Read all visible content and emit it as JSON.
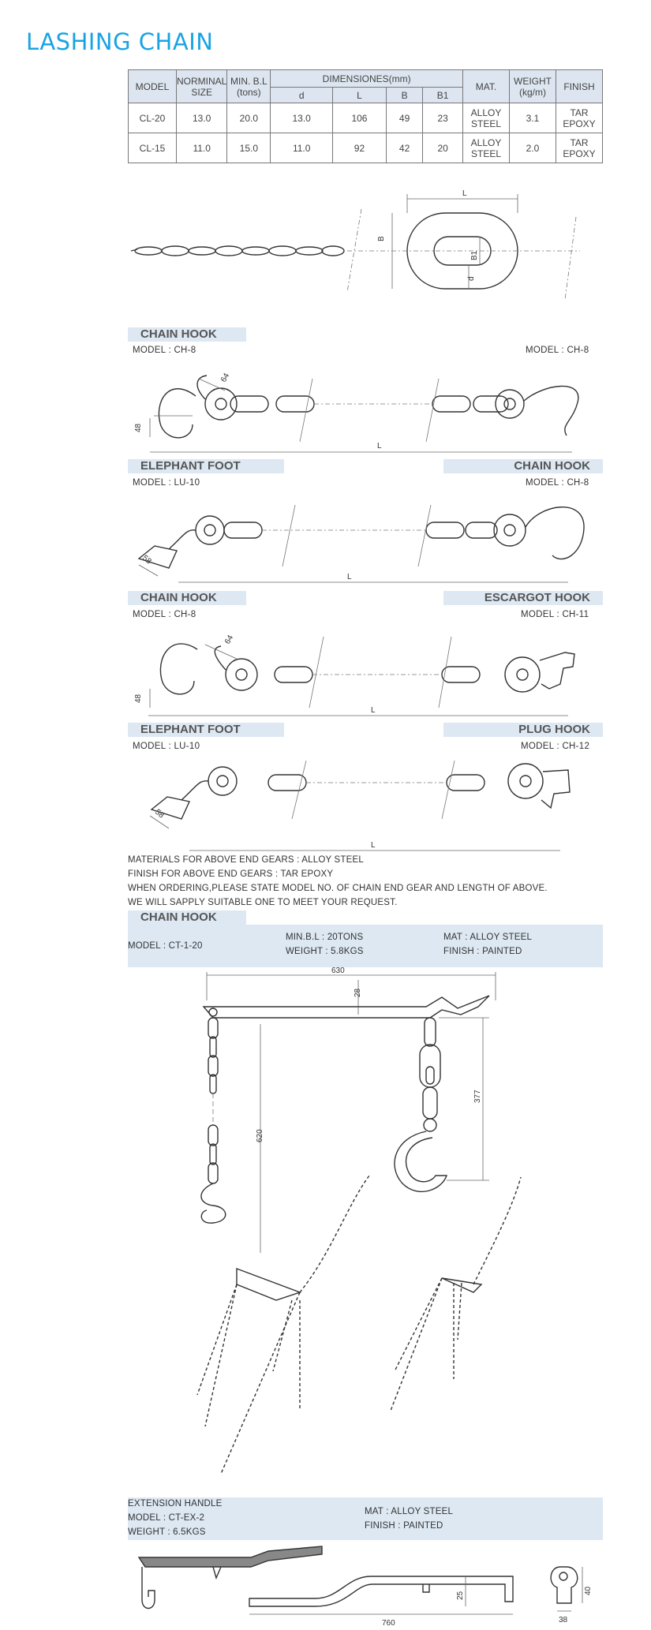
{
  "title": "LASHING CHAIN",
  "spec_table": {
    "headers": {
      "model": "MODEL",
      "size_line1": "NORMINAL",
      "size_line2": "SIZE",
      "mbl_line1": "MIN. B.L",
      "mbl_line2": "(tons)",
      "dimensions": "DIMENSIONES(mm)",
      "d": "d",
      "L": "L",
      "B": "B",
      "B1": "B1",
      "mat": "MAT.",
      "weight_line1": "WEIGHT",
      "weight_line2": "(kg/m)",
      "finish": "FINISH"
    },
    "rows": [
      {
        "model": "CL-20",
        "size": "13.0",
        "mbl": "20.0",
        "d": "13.0",
        "L": "106",
        "B": "49",
        "B1": "23",
        "mat1": "ALLOY",
        "mat2": "STEEL",
        "weight": "3.1",
        "fin1": "TAR",
        "fin2": "EPOXY"
      },
      {
        "model": "CL-15",
        "size": "11.0",
        "mbl": "15.0",
        "d": "11.0",
        "L": "92",
        "B": "42",
        "B1": "20",
        "mat1": "ALLOY",
        "mat2": "STEEL",
        "weight": "2.0",
        "fin1": "TAR",
        "fin2": "EPOXY"
      }
    ]
  },
  "link_labels": {
    "L": "L",
    "B": "B",
    "B1": "B1",
    "d": "d"
  },
  "assemblies": [
    {
      "left_title": "CHAIN HOOK",
      "right_title": "",
      "left_model": "MODEL : CH-8",
      "right_model": "MODEL : CH-8",
      "dim_a": "64",
      "dim_b": "48",
      "dim_L": "L"
    },
    {
      "left_title": "ELEPHANT FOOT",
      "right_title": "CHAIN HOOK",
      "left_model": "MODEL : LU-10",
      "right_model": "MODEL : CH-8",
      "dim_a": "58",
      "dim_L": "L"
    },
    {
      "left_title": "CHAIN HOOK",
      "right_title": "ESCARGOT HOOK",
      "left_model": "MODEL : CH-8",
      "right_model": "MODEL : CH-11",
      "dim_a": "64",
      "dim_b": "48",
      "dim_L": "L"
    },
    {
      "left_title": "ELEPHANT FOOT",
      "right_title": "PLUG HOOK",
      "left_model": "MODEL : LU-10",
      "right_model": "MODEL : CH-12",
      "dim_a": "58",
      "dim_L": "L"
    }
  ],
  "notes": [
    "MATERIALS FOR ABOVE END GEARS : ALLOY STEEL",
    "FINISH FOR ABOVE END GEARS : TAR EPOXY",
    "WHEN ORDERING,PLEASE STATE MODEL NO. OF CHAIN END GEAR AND LENGTH OF ABOVE.",
    "WE WILL SAPPLY SUITABLE ONE TO MEET YOUR REQUEST."
  ],
  "chain_hook_box": {
    "title": "CHAIN HOOK",
    "model": "MODEL : CT-1-20",
    "mbl": "MIN.B.L : 20TONS",
    "weight": "WEIGHT : 5.8KGS",
    "mat": "MAT : ALLOY STEEL",
    "finish": "FINISH : PAINTED",
    "dim_630": "630",
    "dim_28": "28",
    "dim_377": "377",
    "dim_620": "620"
  },
  "extension_box": {
    "line1": "EXTENSION HANDLE",
    "model": "MODEL : CT-EX-2",
    "weight": "WEIGHT : 6.5KGS",
    "mat": "MAT : ALLOY STEEL",
    "finish": "FINISH : PAINTED",
    "dim_760": "760",
    "dim_25": "25",
    "dim_40": "40",
    "dim_38": "38"
  }
}
